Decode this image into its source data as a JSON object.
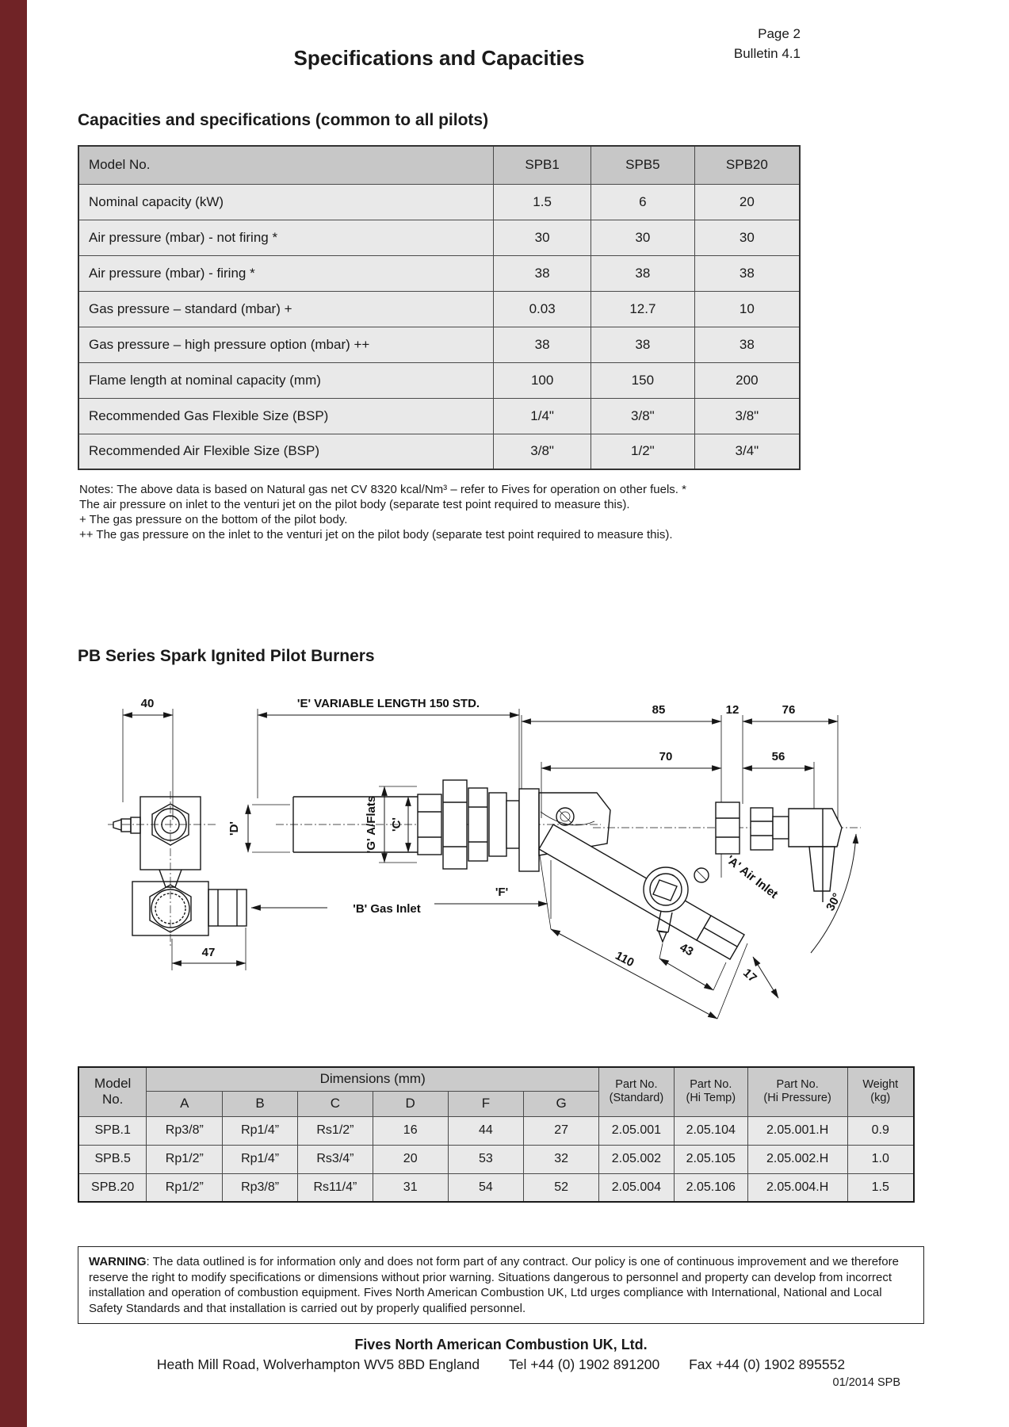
{
  "page": {
    "page_label": "Page 2",
    "bulletin_label": "Bulletin 4.1",
    "title": "Specifications and Capacities",
    "accent_bar_color": "#702326"
  },
  "section1": {
    "heading": "Capacities and specifications (common to all pilots)",
    "table": {
      "header": [
        "Model No.",
        "SPB1",
        "SPB5",
        "SPB20"
      ],
      "rows": [
        {
          "label": "Nominal capacity (kW)",
          "values": [
            "1.5",
            "6",
            "20"
          ]
        },
        {
          "label": "Air pressure (mbar) - not firing *",
          "values": [
            "30",
            "30",
            "30"
          ]
        },
        {
          "label": "Air pressure (mbar) - firing *",
          "values": [
            "38",
            "38",
            "38"
          ]
        },
        {
          "label": "Gas pressure – standard (mbar) +",
          "values": [
            "0.03",
            "12.7",
            "10"
          ]
        },
        {
          "label": "Gas pressure – high pressure option (mbar) ++",
          "values": [
            "38",
            "38",
            "38"
          ]
        },
        {
          "label": "Flame length at nominal capacity (mm)",
          "values": [
            "100",
            "150",
            "200"
          ]
        },
        {
          "label": "Recommended Gas Flexible Size (BSP)",
          "values": [
            "1/4\"",
            "3/8\"",
            "3/8\""
          ]
        },
        {
          "label": "Recommended Air Flexible Size (BSP)",
          "values": [
            "3/8\"",
            "1/2\"",
            "3/4\""
          ]
        }
      ]
    },
    "notes": [
      "Notes: The above data is based on Natural gas net CV 8320 kcal/Nm³ – refer to Fives for operation on other fuels. *",
      "The air pressure on inlet to the venturi jet on the pilot body (separate test point required to measure this).",
      "+ The gas pressure on the bottom of the pilot body.",
      "++ The gas pressure on the inlet to the venturi jet on the pilot body (separate test point required to measure this)."
    ]
  },
  "section2": {
    "heading": "PB Series Spark Ignited Pilot Burners",
    "labels": {
      "dim40": "40",
      "dimE": "'E' VARIABLE LENGTH 150 STD.",
      "dim85": "85",
      "dim12": "12",
      "dim76": "76",
      "dim70": "70",
      "dim56": "56",
      "dimD": "'D'",
      "dimG": "'G' A/Flats",
      "dimC": "'C'",
      "gasInlet": "'B' Gas Inlet",
      "dimF": "'F'",
      "dim47": "47",
      "dim110": "110",
      "dim43": "43",
      "dim17": "17",
      "angle30": "30°",
      "airInlet": "'A' Air Inlet"
    }
  },
  "section3": {
    "header": {
      "model1": "Model",
      "model2": "No.",
      "dims": "Dimensions (mm)",
      "cols": [
        "A",
        "B",
        "C",
        "D",
        "F",
        "G"
      ],
      "part_std1": "Part No.",
      "part_std2": "(Standard)",
      "part_ht1": "Part No.",
      "part_ht2": "(Hi Temp)",
      "part_hp1": "Part No.",
      "part_hp2": "(Hi Pressure)",
      "weight1": "Weight",
      "weight2": "(kg)"
    },
    "rows": [
      {
        "model": "SPB.1",
        "a": "Rp3/8”",
        "b": "Rp1/4”",
        "c": "Rs1/2”",
        "d": "16",
        "f": "44",
        "g": "27",
        "part_std": "2.05.001",
        "part_ht": "2.05.104",
        "part_hp": "2.05.001.H",
        "weight": "0.9"
      },
      {
        "model": "SPB.5",
        "a": "Rp1/2”",
        "b": "Rp1/4”",
        "c": "Rs3/4”",
        "d": "20",
        "f": "53",
        "g": "32",
        "part_std": "2.05.002",
        "part_ht": "2.05.105",
        "part_hp": "2.05.002.H",
        "weight": "1.0"
      },
      {
        "model": "SPB.20",
        "a": "Rp1/2”",
        "b": "Rp3/8”",
        "c": "Rs11/4”",
        "d": "31",
        "f": "54",
        "g": "52",
        "part_std": "2.05.004",
        "part_ht": "2.05.106",
        "part_hp": "2.05.004.H",
        "weight": "1.5"
      }
    ]
  },
  "warning": {
    "label": "WARNING",
    "text": ": The data outlined is for information only and does not form part of any contract. Our policy is one of continuous improvement and we therefore reserve the right to modify specifications or dimensions without prior warning. Situations dangerous to personnel and property can develop from incorrect installation and operation of combustion equipment. Fives North American Combustion UK, Ltd urges compliance with International, National and Local Safety Standards and that installation is carried out by properly qualified personnel."
  },
  "footer": {
    "company": "Fives North American Combustion UK, Ltd.",
    "address": "Heath Mill Road, Wolverhampton WV5 8BD England",
    "tel": "Tel +44 (0) 1902 891200",
    "fax": "Fax +44 (0) 1902 895552",
    "doc_ref": "01/2014 SPB"
  }
}
